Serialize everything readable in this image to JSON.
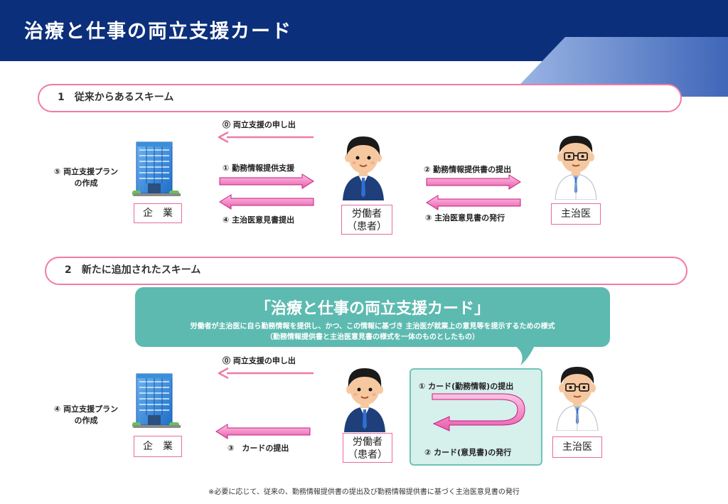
{
  "header": {
    "title": "治療と仕事の両立支援カード"
  },
  "section1": {
    "title": "1　従来からあるスキーム",
    "company_label": "企　業",
    "company_note_line1": "⑤ 両立支援プラン",
    "company_note_line2": "の作成",
    "worker_line1": "労働者",
    "worker_line2": "（患者）",
    "doctor_label": "主治医",
    "arrow_0": "⓪ 両立支援の申し出",
    "arrow_1": "① 勤務情報提供支援",
    "arrow_4": "④ 主治医意見書提出",
    "arrow_2": "② 勤務情報提供書の提出",
    "arrow_3": "③ 主治医意見書の発行"
  },
  "section2": {
    "title": "2　新たに追加されたスキーム",
    "callout_title": "「治療と仕事の両立支援カード」",
    "callout_line1": "労働者が主治医に自ら勤務情報を提供し、かつ、この情報に基づき 主治医が就業上の意見等を提示するための様式",
    "callout_line2": "（勤務情報提供書と主治医意見書の様式を一体のものとしたもの）",
    "company_label": "企　業",
    "company_note_line1": "④ 両立支援プラン",
    "company_note_line2": "の作成",
    "worker_line1": "労働者",
    "worker_line2": "（患者）",
    "doctor_label": "主治医",
    "arrow_0": "⓪ 両立支援の申し出",
    "arrow_3": "③　カードの提出",
    "card_1": "① カード(勤務情報)の提出",
    "card_2": "② カード(意見書)の発行"
  },
  "footnote": "※必要に応じて、従来の、勤務情報提供書の提出及び勤務情報提供書に基づく主治医意見書の発行",
  "colors": {
    "header": "#0b2f7a",
    "pink": "#f07aa8",
    "arrow_fill": "#f58fc8",
    "arrow_stroke": "#c21f82",
    "teal": "#5dbab0",
    "teal_light": "#d6f0ec"
  },
  "icons": [
    "office-building-icon",
    "worker-icon",
    "doctor-icon"
  ]
}
